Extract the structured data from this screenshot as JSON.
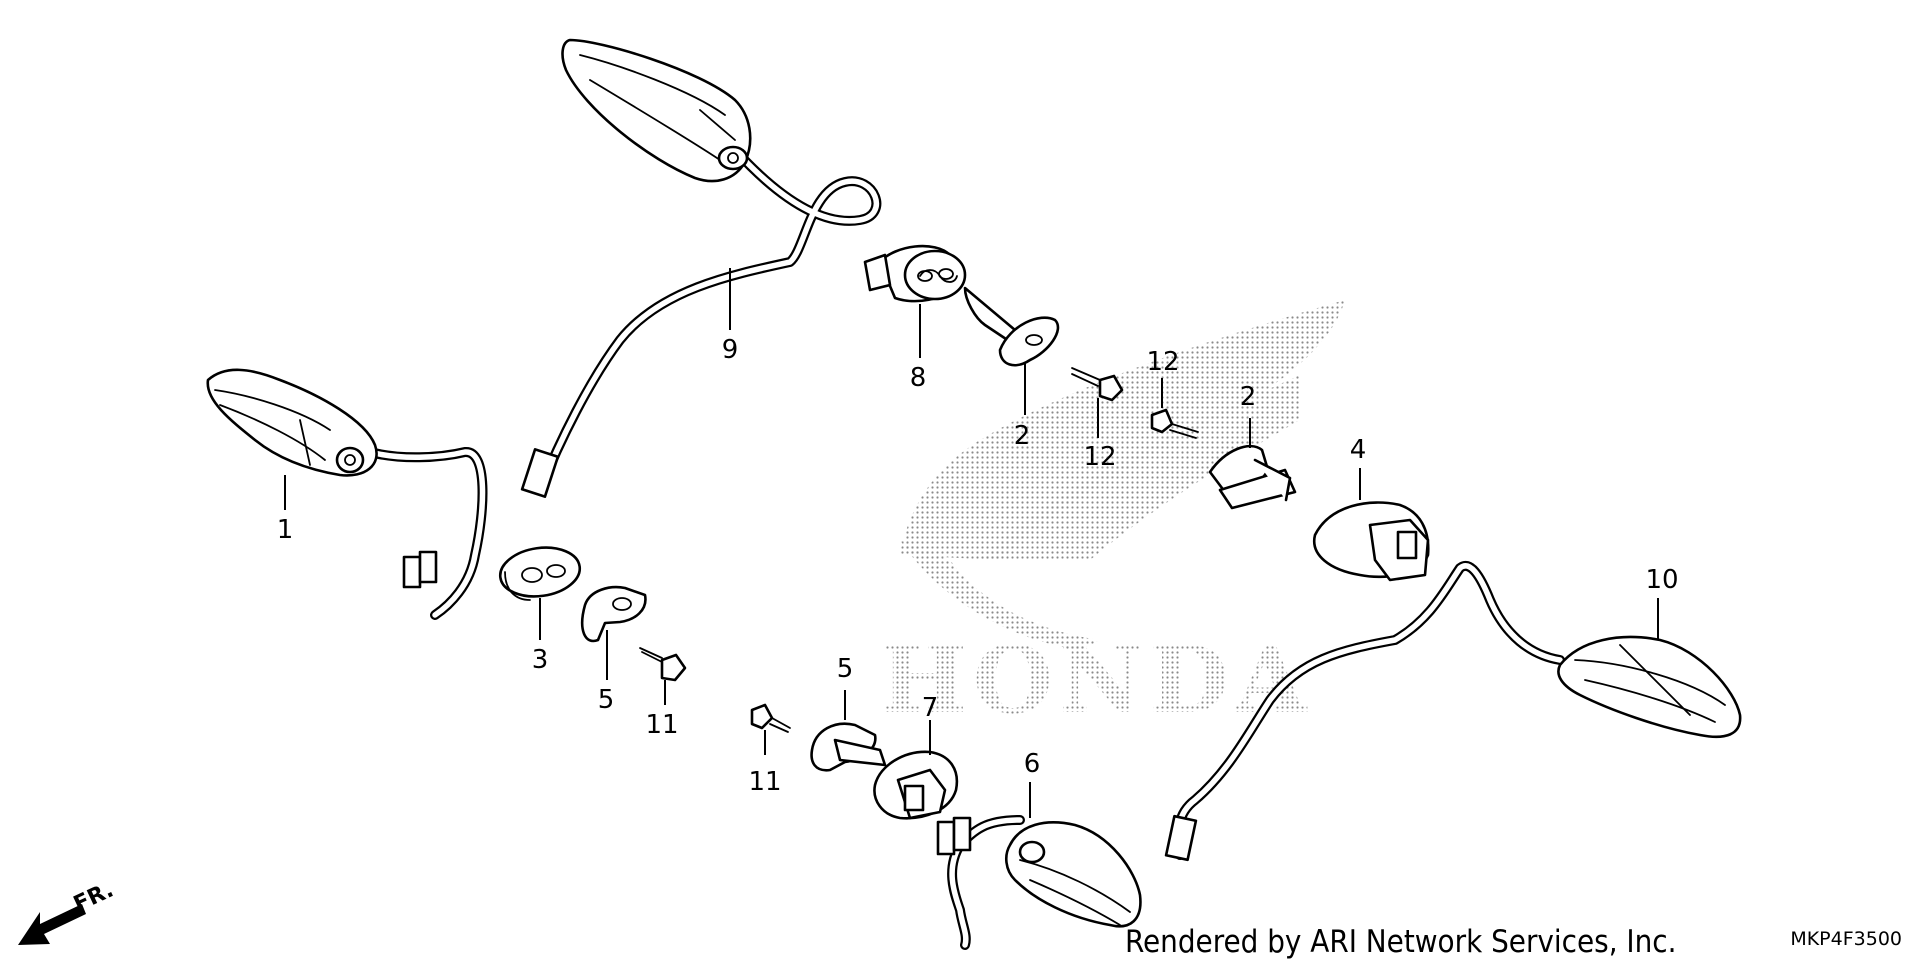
{
  "diagram": {
    "callouts": [
      "1",
      "2",
      "2",
      "3",
      "4",
      "5",
      "5",
      "6",
      "7",
      "8",
      "9",
      "10",
      "11",
      "11",
      "12",
      "12"
    ],
    "watermark": {
      "brand_text": "HONDA",
      "logo": "honda-wing-logo"
    },
    "orientation": {
      "label": "FR.",
      "icon": "front-direction-arrow-icon"
    },
    "credit": "Rendered by ARI Network Services, Inc.",
    "diagram_code": "MKP4F3500"
  }
}
